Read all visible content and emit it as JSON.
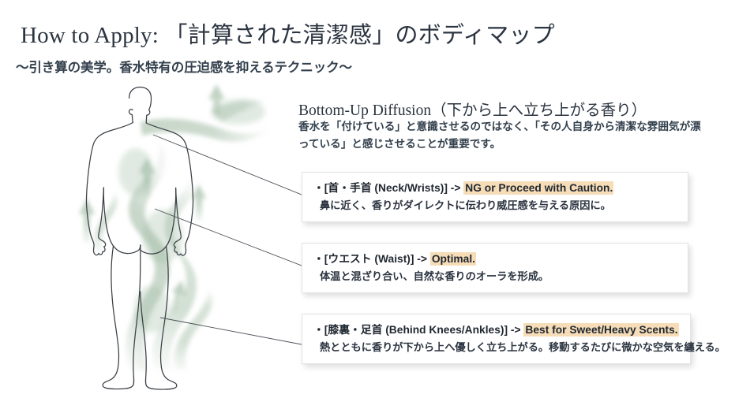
{
  "header": {
    "title": "How to Apply: 「計算された清潔感」のボディマップ",
    "subtitle": "〜引き算の美学。香水特有の圧迫感を抑えるテクニック〜"
  },
  "intro": {
    "heading": "Bottom-Up Diffusion（下から上へ立ち上がる香り）",
    "body": "香水を「付けている」と意識させるのではなく、「その人自身から清潔な雰囲気が漂っている」と感じさせることが重要です。"
  },
  "callouts": [
    {
      "id": "neck",
      "prefix": "・[首・手首 (Neck/Wrists)] -> ",
      "highlight": "NG or Proceed with Caution.",
      "detail": "鼻に近く、香りがダイレクトに伝わり威圧感を与える原因に。"
    },
    {
      "id": "waist",
      "prefix": "・[ウエスト (Waist)] -> ",
      "highlight": "Optimal.",
      "detail": "体温と混ざり合い、自然な香りのオーラを形成。"
    },
    {
      "id": "knees",
      "prefix": "・[膝裏・足首 (Behind Knees/Ankles)] -> ",
      "highlight": "Best for Sweet/Heavy Scents.",
      "detail": "熱とともに香りが下から上へ優しく立ち上がる。移動するたびに微かな空気を纏える。"
    }
  ],
  "illustration": {
    "body_outline_icon": "human-body-silhouette-icon",
    "scent_wisp_icon": "rising-scent-wisp-icon",
    "arrow_icon": "up-arrow-icon",
    "leader_line_icon": "leader-line-icon"
  },
  "colors": {
    "background": "#ffffff",
    "text": "#2b3440",
    "highlight": "#f6ddb8",
    "scent_green": "#8fae93",
    "outline": "#3a3f46",
    "card_border": "#e2e2e2"
  }
}
